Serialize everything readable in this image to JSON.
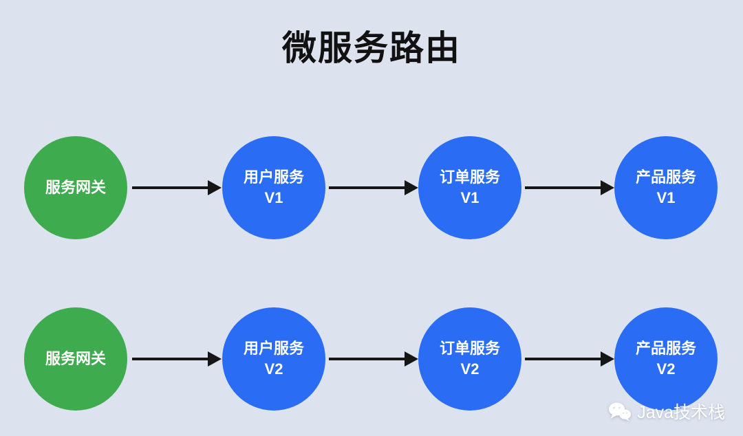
{
  "title": "微服务路由",
  "colors": {
    "background": "#dde3ee",
    "gateway": "#3fab4f",
    "service": "#2a6df4",
    "arrow": "#161616",
    "node_text": "#ffffff",
    "title_text": "#111111"
  },
  "chart_data": {
    "type": "diagram",
    "title": "微服务路由",
    "flows": [
      [
        "服务网关",
        "用户服务 V1",
        "订单服务 V1",
        "产品服务 V1"
      ],
      [
        "服务网关",
        "用户服务 V2",
        "订单服务 V2",
        "产品服务 V2"
      ]
    ]
  },
  "rows": [
    {
      "nodes": [
        {
          "label": "服务网关",
          "sub": "",
          "type": "gateway"
        },
        {
          "label": "用户服务",
          "sub": "V1",
          "type": "service"
        },
        {
          "label": "订单服务",
          "sub": "V1",
          "type": "service"
        },
        {
          "label": "产品服务",
          "sub": "V1",
          "type": "service"
        }
      ]
    },
    {
      "nodes": [
        {
          "label": "服务网关",
          "sub": "",
          "type": "gateway"
        },
        {
          "label": "用户服务",
          "sub": "V2",
          "type": "service"
        },
        {
          "label": "订单服务",
          "sub": "V2",
          "type": "service"
        },
        {
          "label": "产品服务",
          "sub": "V2",
          "type": "service"
        }
      ]
    }
  ],
  "watermark": {
    "icon": "wechat-icon",
    "text": "Java技术栈"
  }
}
